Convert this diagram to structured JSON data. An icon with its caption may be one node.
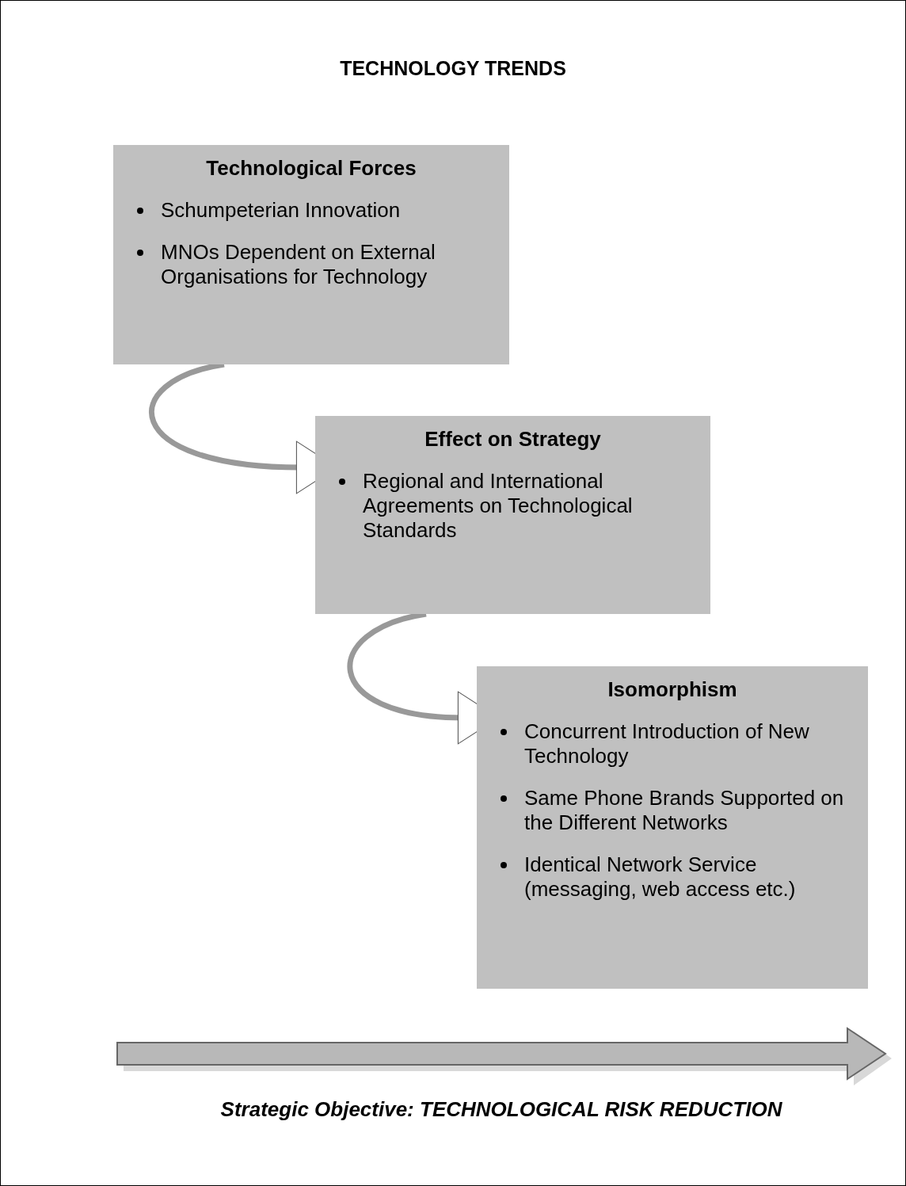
{
  "diagram": {
    "title": "TECHNOLOGY TRENDS",
    "nodes": [
      {
        "text": [
          "Technological Forces",
          "Schumpeterian Innovation",
          "MNOs Dependent on External Organisations for Technology"
        ]
      },
      {
        "text": [
          "Effect on Strategy",
          "Regional and International Agreements on Technological Standards"
        ]
      },
      {
        "text": [
          "Isomorphism",
          "Concurrent Introduction of New Technology",
          "Same Phone Brands Supported on the Different Networks",
          "Identical Network Service (messaging, web access etc.)"
        ]
      }
    ],
    "edges": [
      {
        "from": 0,
        "to": 1,
        "arrow": "to"
      },
      {
        "from": 1,
        "to": 2,
        "arrow": "to"
      }
    ],
    "caption": "Strategic Objective: TECHNOLOGICAL RISK REDUCTION"
  }
}
